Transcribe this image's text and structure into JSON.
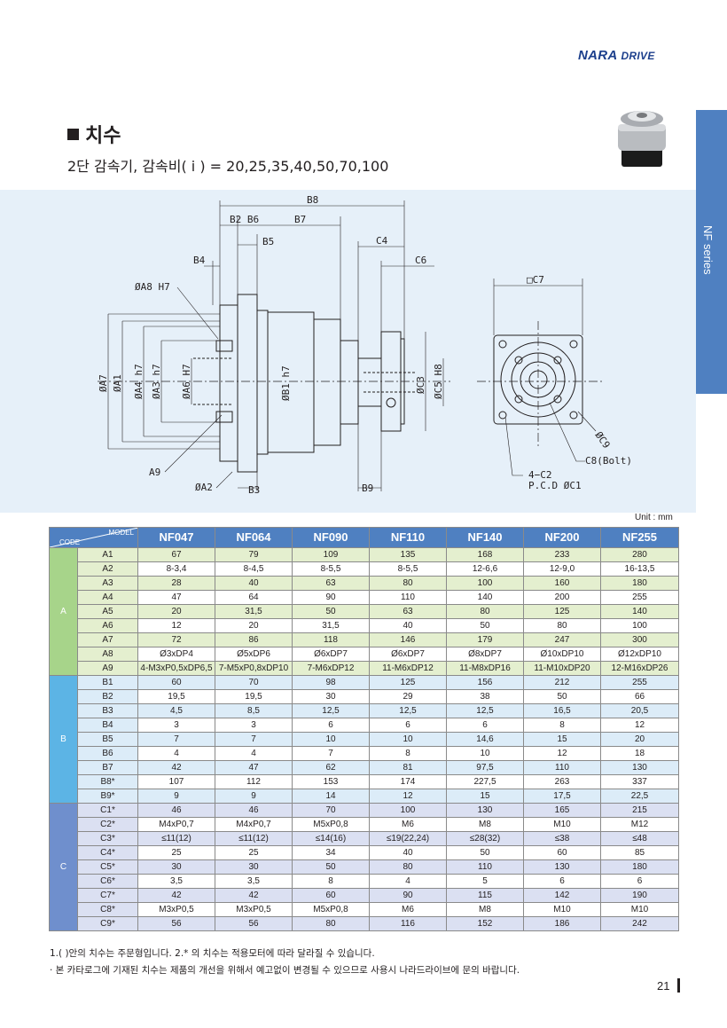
{
  "brand": {
    "name_1": "NARA",
    "name_2": "DRIVE"
  },
  "section_title": "치수",
  "subtitle": "2단 감속기, 감속비( i ) = 20,25,35,40,50,70,100",
  "side_tab": "NF series",
  "drawing_labels": {
    "b8": "B8",
    "b2b6": "B2 B6",
    "b7": "B7",
    "c4": "C4",
    "b5": "B5",
    "b4": "B4",
    "c6": "C6",
    "c7": "□C7",
    "a8": "ØA8 H7",
    "a7": "ØA7",
    "a1": "ØA1",
    "a4": "ØA4 h7",
    "a3": "ØA3 h7",
    "a6": "ØA6 H7",
    "b1": "ØB1 h7",
    "c3": "ØC3",
    "c5": "ØC5 H8",
    "a9": "A9",
    "a2": "ØA2",
    "b3": "B3",
    "b9": "B9",
    "c9": "ØC9",
    "c8": "C8(Bolt)",
    "c2": "4−C2",
    "c1": "P.C.D ØC1"
  },
  "unit": "Unit : mm",
  "table": {
    "model_label": "MODEL",
    "code_label": "CODE",
    "models": [
      "NF047",
      "NF064",
      "NF090",
      "NF110",
      "NF140",
      "NF200",
      "NF255"
    ],
    "groups": [
      {
        "name": "A",
        "rows": [
          {
            "code": "A1",
            "values": [
              "67",
              "79",
              "109",
              "135",
              "168",
              "233",
              "280"
            ]
          },
          {
            "code": "A2",
            "values": [
              "8-3,4",
              "8-4,5",
              "8-5,5",
              "8-5,5",
              "12-6,6",
              "12-9,0",
              "16-13,5"
            ]
          },
          {
            "code": "A3",
            "values": [
              "28",
              "40",
              "63",
              "80",
              "100",
              "160",
              "180"
            ]
          },
          {
            "code": "A4",
            "values": [
              "47",
              "64",
              "90",
              "110",
              "140",
              "200",
              "255"
            ]
          },
          {
            "code": "A5",
            "values": [
              "20",
              "31,5",
              "50",
              "63",
              "80",
              "125",
              "140"
            ]
          },
          {
            "code": "A6",
            "values": [
              "12",
              "20",
              "31,5",
              "40",
              "50",
              "80",
              "100"
            ]
          },
          {
            "code": "A7",
            "values": [
              "72",
              "86",
              "118",
              "146",
              "179",
              "247",
              "300"
            ]
          },
          {
            "code": "A8",
            "values": [
              "Ø3xDP4",
              "Ø5xDP6",
              "Ø6xDP7",
              "Ø6xDP7",
              "Ø8xDP7",
              "Ø10xDP10",
              "Ø12xDP10"
            ]
          },
          {
            "code": "A9",
            "values": [
              "4-M3xP0,5xDP6,5",
              "7-M5xP0,8xDP10",
              "7-M6xDP12",
              "11-M6xDP12",
              "11-M8xDP16",
              "11-M10xDP20",
              "12-M16xDP26"
            ]
          }
        ]
      },
      {
        "name": "B",
        "rows": [
          {
            "code": "B1",
            "values": [
              "60",
              "70",
              "98",
              "125",
              "156",
              "212",
              "255"
            ]
          },
          {
            "code": "B2",
            "values": [
              "19,5",
              "19,5",
              "30",
              "29",
              "38",
              "50",
              "66"
            ]
          },
          {
            "code": "B3",
            "values": [
              "4,5",
              "8,5",
              "12,5",
              "12,5",
              "12,5",
              "16,5",
              "20,5"
            ]
          },
          {
            "code": "B4",
            "values": [
              "3",
              "3",
              "6",
              "6",
              "6",
              "8",
              "12"
            ]
          },
          {
            "code": "B5",
            "values": [
              "7",
              "7",
              "10",
              "10",
              "14,6",
              "15",
              "20"
            ]
          },
          {
            "code": "B6",
            "values": [
              "4",
              "4",
              "7",
              "8",
              "10",
              "12",
              "18"
            ]
          },
          {
            "code": "B7",
            "values": [
              "42",
              "47",
              "62",
              "81",
              "97,5",
              "110",
              "130"
            ]
          },
          {
            "code": "B8*",
            "values": [
              "107",
              "112",
              "153",
              "174",
              "227,5",
              "263",
              "337"
            ]
          },
          {
            "code": "B9*",
            "values": [
              "9",
              "9",
              "14",
              "12",
              "15",
              "17,5",
              "22,5"
            ]
          }
        ]
      },
      {
        "name": "C",
        "rows": [
          {
            "code": "C1*",
            "values": [
              "46",
              "46",
              "70",
              "100",
              "130",
              "165",
              "215"
            ]
          },
          {
            "code": "C2*",
            "values": [
              "M4xP0,7",
              "M4xP0,7",
              "M5xP0,8",
              "M6",
              "M8",
              "M10",
              "M12"
            ]
          },
          {
            "code": "C3*",
            "values": [
              "≤11(12)",
              "≤11(12)",
              "≤14(16)",
              "≤19(22,24)",
              "≤28(32)",
              "≤38",
              "≤48"
            ]
          },
          {
            "code": "C4*",
            "values": [
              "25",
              "25",
              "34",
              "40",
              "50",
              "60",
              "85"
            ]
          },
          {
            "code": "C5*",
            "values": [
              "30",
              "30",
              "50",
              "80",
              "110",
              "130",
              "180"
            ]
          },
          {
            "code": "C6*",
            "values": [
              "3,5",
              "3,5",
              "8",
              "4",
              "5",
              "6",
              "6"
            ]
          },
          {
            "code": "C7*",
            "values": [
              "42",
              "42",
              "60",
              "90",
              "115",
              "142",
              "190"
            ]
          },
          {
            "code": "C8*",
            "values": [
              "M3xP0,5",
              "M3xP0,5",
              "M5xP0,8",
              "M6",
              "M8",
              "M10",
              "M10"
            ]
          },
          {
            "code": "C9*",
            "values": [
              "56",
              "56",
              "80",
              "116",
              "152",
              "186",
              "242"
            ]
          }
        ]
      }
    ]
  },
  "notes": [
    "1.( )안의 치수는 주문형입니다. 2.* 의 치수는 적용모터에 따라 달라질 수 있습니다.",
    "· 본 카타로그에 기재된 치수는 제품의 개선을 위해서 예고없이 변경될 수 있으므로 사용시 나라드라이브에 문의 바랍니다."
  ],
  "page_number": "21"
}
